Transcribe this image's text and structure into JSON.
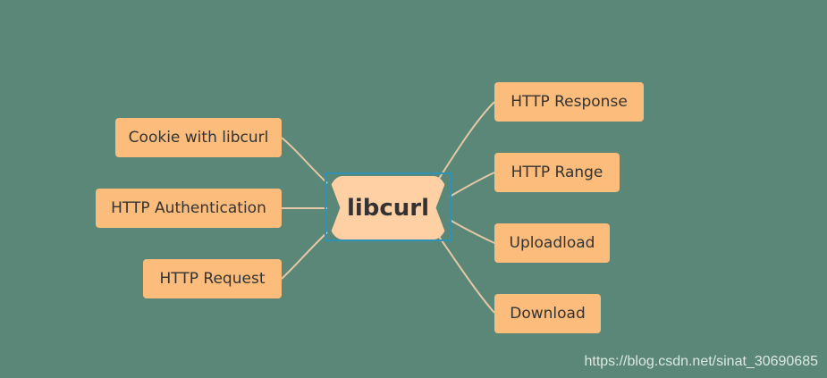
{
  "mindmap": {
    "center": "libcurl",
    "left_nodes": [
      "Cookie with libcurl",
      "HTTP Authentication",
      "HTTP Request"
    ],
    "right_nodes": [
      "HTTP Response",
      "HTTP Range",
      "Uploadload",
      "Download"
    ]
  },
  "watermark": "https://blog.csdn.net/sinat_30690685",
  "colors": {
    "background": "#5a8777",
    "central_node": "#fed0a3",
    "branch_node": "#fcbc7b",
    "connector": "#e6c7a6",
    "selection_outline": "#2f91b4",
    "text": "#333333"
  }
}
